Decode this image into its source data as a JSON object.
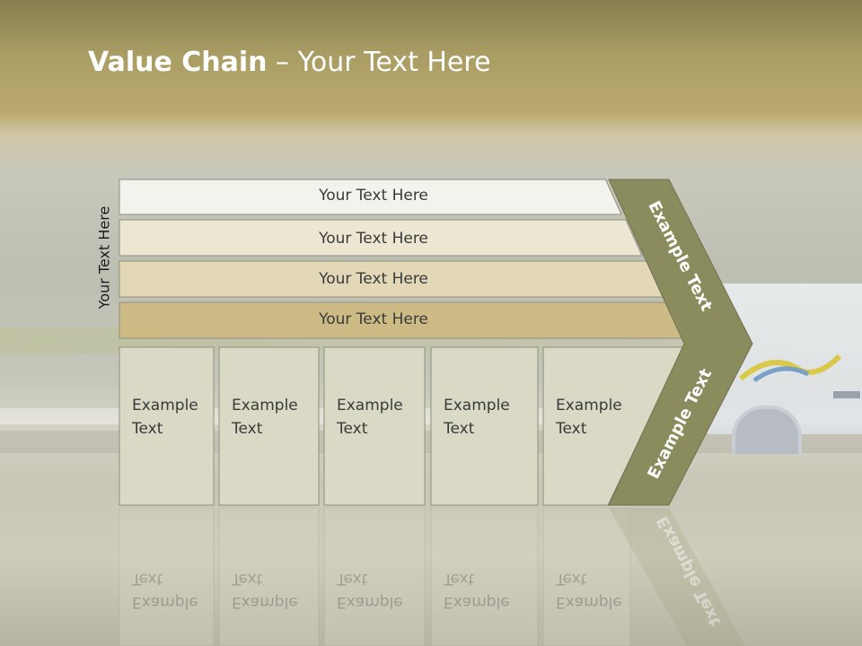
{
  "slide": {
    "title_bold": "Value Chain",
    "title_rest": " – Your Text Here",
    "side_label": "Your Text Here"
  },
  "rows": [
    {
      "label": "Your Text Here",
      "fill": "#f4f2ec"
    },
    {
      "label": "Your Text Here",
      "fill": "#ece6d2"
    },
    {
      "label": "Your Text Here",
      "fill": "#e2d8b8"
    },
    {
      "label": "Your Text Here",
      "fill": "#cdbb86"
    }
  ],
  "columns": [
    {
      "line1": "Example",
      "line2": "Text"
    },
    {
      "line1": "Example",
      "line2": "Text"
    },
    {
      "line1": "Example",
      "line2": "Text"
    },
    {
      "line1": "Example",
      "line2": "Text"
    },
    {
      "line1": "Example",
      "line2": "Text"
    }
  ],
  "arrow": {
    "upper_text": "Example Text",
    "lower_text": "Example Text",
    "fill": "#8a8c5e"
  },
  "colors": {
    "column_fill": "#d9d9c6",
    "border": "#8f8f7c"
  }
}
